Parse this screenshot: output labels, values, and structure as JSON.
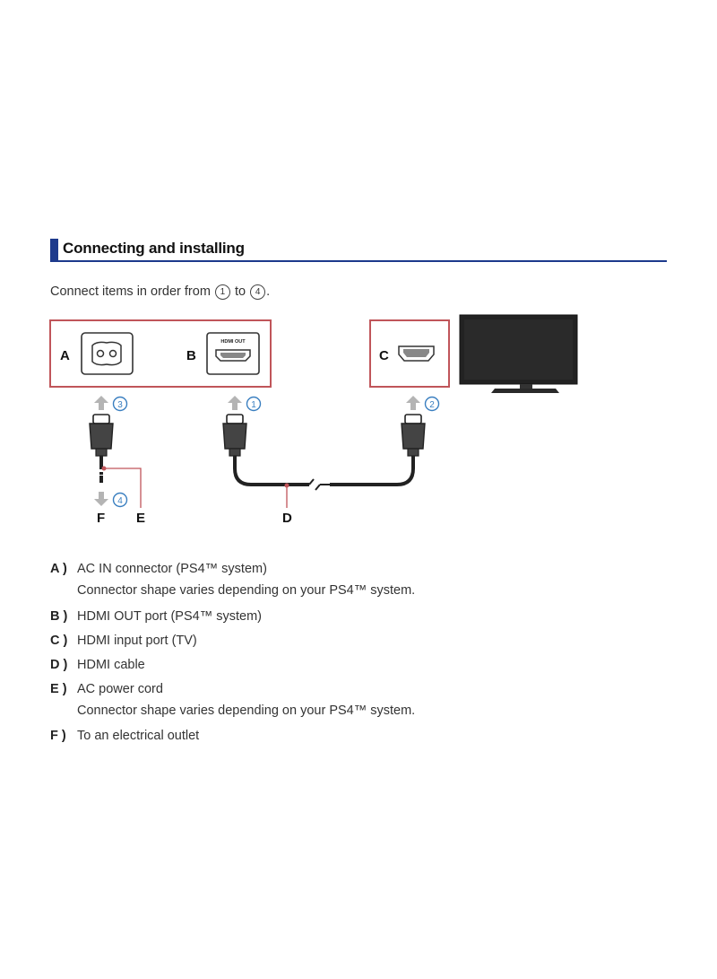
{
  "section": {
    "title": "Connecting and installing"
  },
  "intro": {
    "text": "Connect items in order from",
    "from": "1",
    "joiner": "to",
    "to": "4",
    "end": "."
  },
  "diagram": {
    "box_a_label": "A",
    "box_b_label": "B",
    "box_b_port_text": "HDMI OUT",
    "box_c_label": "C",
    "step_1": "1",
    "step_2": "2",
    "step_3": "3",
    "step_4": "4",
    "label_d": "D",
    "label_e": "E",
    "label_f": "F",
    "colors": {
      "box_border": "#c0555a",
      "step_blue": "#3a7fc0",
      "arrow_gray": "#b4b4b4",
      "heading_blue": "#1d3a8c"
    }
  },
  "legend": [
    {
      "key": "A )",
      "text": "AC IN connector (PS4™ system)",
      "sub": "Connector shape varies depending on your PS4™ system."
    },
    {
      "key": "B )",
      "text": "HDMI OUT port (PS4™ system)",
      "sub": ""
    },
    {
      "key": "C )",
      "text": "HDMI input port (TV)",
      "sub": ""
    },
    {
      "key": "D )",
      "text": "HDMI cable",
      "sub": ""
    },
    {
      "key": "E )",
      "text": "AC power cord",
      "sub": "Connector shape varies depending on your PS4™ system."
    },
    {
      "key": "F )",
      "text": "To an electrical outlet",
      "sub": ""
    }
  ]
}
